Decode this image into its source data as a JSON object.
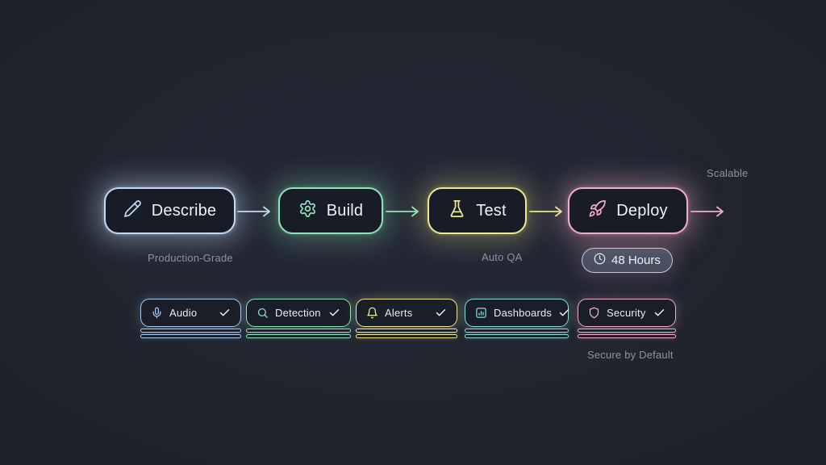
{
  "canvas": {
    "background": "#20242e",
    "text_color": "#eef2f7",
    "muted_color": "#8e949f"
  },
  "flow": {
    "steps": [
      {
        "label": "Describe",
        "icon": "pencil-icon",
        "accent": "#c3d9f4",
        "glow": "rgba(200,224,252,0.40)"
      },
      {
        "label": "Build",
        "icon": "gear-icon",
        "accent": "#8ee4bb",
        "glow": "rgba(142,228,187,0.30)"
      },
      {
        "label": "Test",
        "icon": "flask-icon",
        "accent": "#ede98f",
        "glow": "rgba(237,233,143,0.30)"
      },
      {
        "label": "Deploy",
        "icon": "rocket-icon",
        "accent": "#f3adc5",
        "glow": "rgba(243,173,197,0.38)"
      }
    ]
  },
  "annotations": {
    "production_grade": "Production-Grade",
    "auto_qa": "Auto QA",
    "scalable": "Scalable",
    "secure_by_default": "Secure by Default"
  },
  "badge": {
    "label": "48 Hours",
    "icon": "clock-icon",
    "border": "rgba(206,216,236,0.9)",
    "fill": "rgba(146,158,186,0.35)"
  },
  "features": [
    {
      "label": "Audio",
      "icon": "microphone-icon",
      "accent": "#a9c9ee",
      "glow": "rgba(169,201,238,0.22)"
    },
    {
      "label": "Detection",
      "icon": "search-icon",
      "accent": "#8ee4bb",
      "glow": "rgba(142,228,187,0.22)"
    },
    {
      "label": "Alerts",
      "icon": "bell-icon",
      "accent": "#ede98f",
      "glow": "rgba(237,233,143,0.22)"
    },
    {
      "label": "Dashboards",
      "icon": "bar-chart-icon",
      "accent": "#8bdcd2",
      "glow": "rgba(139,220,210,0.22)"
    },
    {
      "label": "Security",
      "icon": "shield-icon",
      "accent": "#f3adc5",
      "glow": "rgba(243,173,197,0.22)"
    }
  ]
}
